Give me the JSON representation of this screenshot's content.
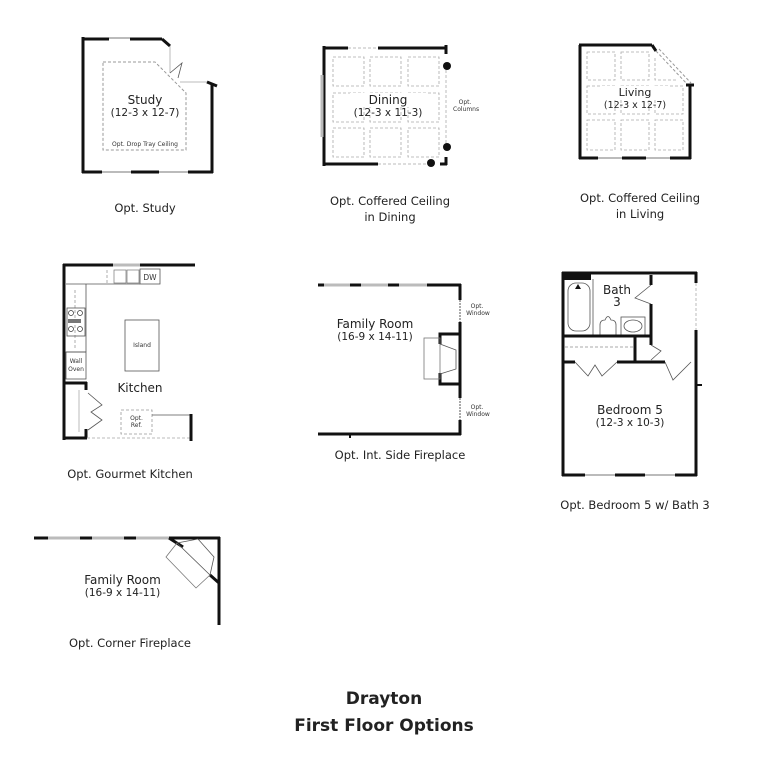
{
  "title": {
    "line1": "Drayton",
    "line2": "First Floor Options"
  },
  "options": [
    {
      "id": "study",
      "caption": "Opt. Study",
      "room_name": "Study",
      "room_dims": "(12-3 x 12-7)",
      "notes": [
        "Opt. Drop Tray Ceiling"
      ]
    },
    {
      "id": "coffered-dining",
      "caption_line1": "Opt. Coffered Ceiling",
      "caption_line2": "in Dining",
      "room_name": "Dining",
      "room_dims": "(12-3 x 11-3)",
      "notes": [
        "Opt.",
        "Columns"
      ]
    },
    {
      "id": "coffered-living",
      "caption_line1": "Opt. Coffered Ceiling",
      "caption_line2": "in Living",
      "room_name": "Living",
      "room_dims": "(12-3 x 12-7)"
    },
    {
      "id": "gourmet-kitchen",
      "caption": "Opt. Gourmet Kitchen",
      "room_name": "Kitchen",
      "labels": {
        "dw": "DW",
        "island": "Island",
        "wall_oven_1": "Wall",
        "wall_oven_2": "Oven",
        "ref_1": "Opt.",
        "ref_2": "Ref."
      }
    },
    {
      "id": "int-side-fireplace",
      "caption": "Opt. Int. Side Fireplace",
      "room_name": "Family Room",
      "room_dims": "(16-9 x 14-11)",
      "notes": [
        "Opt.",
        "Window",
        "Opt.",
        "Window"
      ]
    },
    {
      "id": "bedroom5-bath3",
      "caption": "Opt. Bedroom 5 w/ Bath 3",
      "room_name": "Bedroom 5",
      "room_dims": "(12-3 x 10-3)",
      "bath_name_1": "Bath",
      "bath_name_2": "3"
    },
    {
      "id": "corner-fireplace",
      "caption": "Opt. Corner Fireplace",
      "room_name": "Family Room",
      "room_dims": "(16-9 x 14-11)"
    }
  ],
  "colors": {
    "wall": "#111111",
    "window": "#bbbbbb",
    "dashed": "#999999",
    "text": "#222222",
    "background": "#ffffff"
  }
}
